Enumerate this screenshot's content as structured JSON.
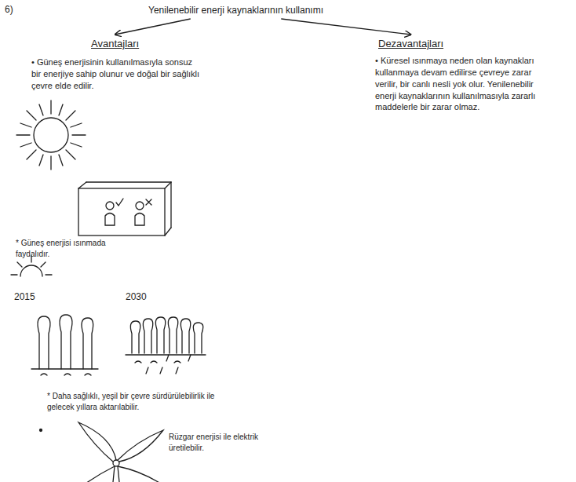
{
  "diagram": {
    "title": "Yenilenebilir enerji kaynaklarının kullanımı",
    "nodes": [
      {
        "text": [
          "Yenilenebilir enerji kaynaklarının kullanımı"
        ]
      },
      {
        "text": [
          "Avantajları"
        ]
      },
      {
        "text": [
          "Dezavantajları"
        ]
      }
    ],
    "edges": [
      {
        "from": 0,
        "to": 1,
        "arrow": "to"
      },
      {
        "from": 0,
        "to": 2,
        "arrow": "to"
      }
    ],
    "labels": [
      "6)",
      "• Güneş enerjisinin kullanılmasıyla sonsuz bir enerjiye sahip olunur ve doğal bir sağlıklı çevre elde edilir.",
      "* Güneş enerjisi ısınmada faydalıdır.",
      "2015",
      "2030",
      "* Daha sağlıklı, yeşil bir çevre sürdürülebilirlik ile gelecek yıllara aktarılabilir.",
      "Rüzgar enerjisi ile elektrik üretilebilir.",
      "• Küresel ısınmaya neden olan kaynakları kullanmaya devam edilirse çevreye zarar verilir, bir canlı nesli yok olur. Yenilenebilir enerji kaynaklarının kullanılmasıyla zararlı maddelerle bir zarar olmaz."
    ]
  }
}
